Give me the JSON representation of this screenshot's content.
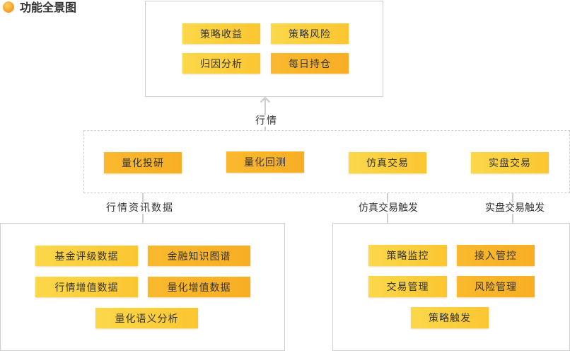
{
  "title": "功能全景图",
  "top_panel": {
    "boxes": [
      "策略收益",
      "策略风险",
      "归因分析",
      "每日持仓"
    ]
  },
  "middle": {
    "label_up": "行情",
    "boxes": [
      "量化投研",
      "量化回测",
      "仿真交易",
      "实盘交易"
    ]
  },
  "left_panel": {
    "label": "行情资讯数据",
    "boxes": [
      "基金评级数据",
      "金融知识图谱",
      "行情增值数据",
      "量化增值数据",
      "量化语义分析"
    ]
  },
  "right_panel": {
    "label_sim": "仿真交易触发",
    "label_real": "实盘交易触发",
    "boxes": [
      "策略监控",
      "接入管控",
      "交易管理",
      "风险管理",
      "策略触发"
    ]
  },
  "colors": {
    "box_yellow": "#fbd84a",
    "box_orange": "#f8ae24",
    "panel_border": "#cfcfcf",
    "connector": "#cfcfcf"
  }
}
